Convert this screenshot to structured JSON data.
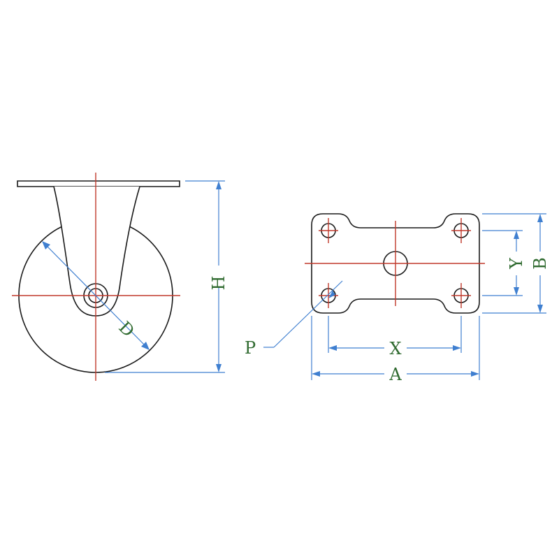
{
  "labels": {
    "H": "H",
    "D": "D",
    "P": "P",
    "X": "X",
    "A": "A",
    "Y": "Y",
    "B": "B"
  },
  "colors": {
    "outline": "#1a1a1a",
    "centerline": "#c0392b",
    "dimension": "#3f7fd0",
    "label": "#2f6a2f"
  }
}
